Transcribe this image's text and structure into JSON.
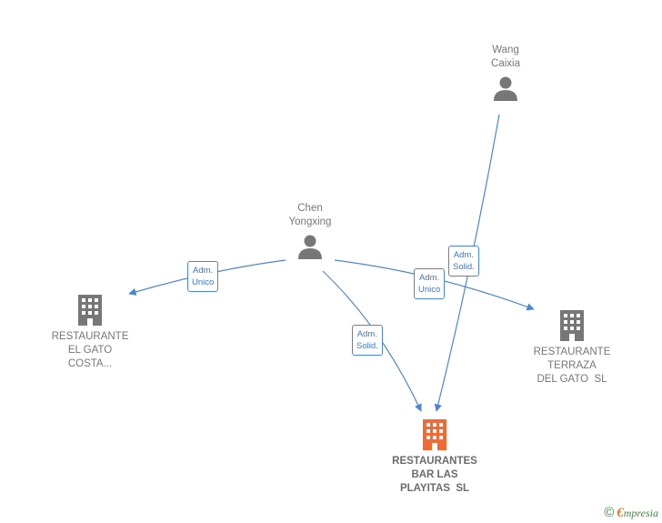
{
  "colors": {
    "edge": "#4a86d4",
    "person": "#777777",
    "company": "#777777",
    "company_focus": "#f26a33",
    "label_text": "#777777",
    "badge_text": "#3d76c7"
  },
  "nodes": {
    "wang": {
      "kind": "person",
      "label": "Wang\nCaixia"
    },
    "chen": {
      "kind": "person",
      "label": "Chen\nYongxing"
    },
    "el_gato": {
      "kind": "company",
      "label": "RESTAURANTE\nEL GATO\nCOSTA..."
    },
    "terraza": {
      "kind": "company",
      "label": "RESTAURANTE\nTERRAZA\nDEL GATO  SL"
    },
    "playitas": {
      "kind": "company-focus",
      "label": "RESTAURANTES\nBAR LAS\nPLAYITAS  SL"
    }
  },
  "relations": [
    {
      "from": "chen",
      "to": "el_gato",
      "label": "Adm.\nUnico"
    },
    {
      "from": "chen",
      "to": "playitas",
      "label": "Adm.\nSolid."
    },
    {
      "from": "chen",
      "to": "terraza",
      "label": "Adm.\nUnico"
    },
    {
      "from": "wang",
      "to": "playitas",
      "label": "Adm.\nSolid."
    }
  ],
  "footer": {
    "copyright_symbol": "©",
    "brand_initial": "€",
    "brand_rest": "mpresia"
  }
}
